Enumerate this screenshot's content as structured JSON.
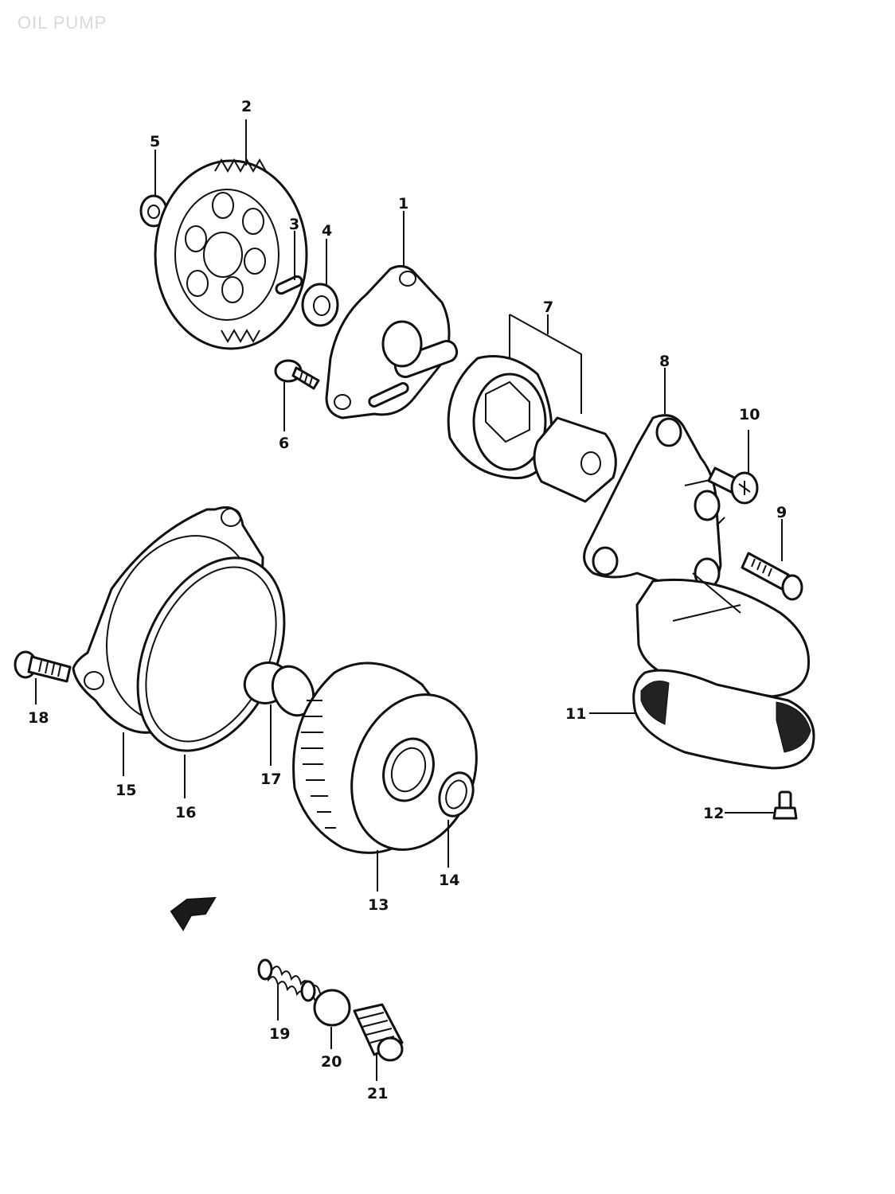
{
  "title": "OIL PUMP",
  "callouts": {
    "p1": "1",
    "p2": "2",
    "p3": "3",
    "p4": "4",
    "p5": "5",
    "p6": "6",
    "p7": "7",
    "p8": "8",
    "p9": "9",
    "p10": "10",
    "p11": "11",
    "p12": "12",
    "p13": "13",
    "p14": "14",
    "p15": "15",
    "p16": "16",
    "p17": "17",
    "p18": "18",
    "p19": "19",
    "p20": "20",
    "p21": "21"
  }
}
